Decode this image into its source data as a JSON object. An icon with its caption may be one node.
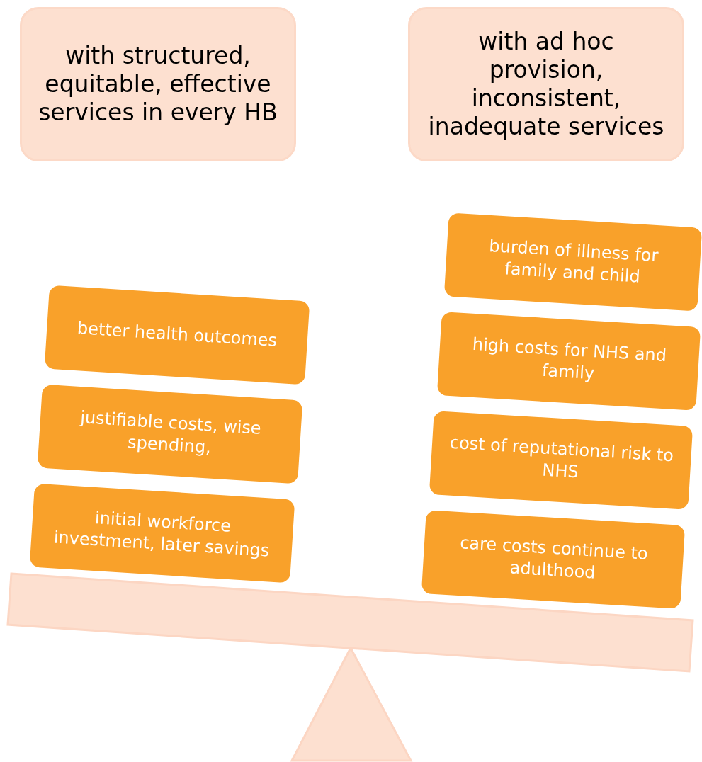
{
  "diagram": {
    "nodes": [
      {
        "text": [
          "with structured, equitable, effective services in every HB"
        ]
      },
      {
        "text": [
          "with ad hoc provision, inconsistent, inadequate services"
        ]
      },
      {
        "text": [
          "better health outcomes"
        ]
      },
      {
        "text": [
          "justifiable costs, wise spending,"
        ]
      },
      {
        "text": [
          "initial workforce investment, later savings"
        ]
      },
      {
        "text": [
          "burden of illness for family and child"
        ]
      },
      {
        "text": [
          "high costs for NHS and family"
        ]
      },
      {
        "text": [
          "cost of reputational risk to NHS"
        ]
      },
      {
        "text": [
          "care costs continue to adulthood"
        ]
      }
    ],
    "edges": []
  }
}
